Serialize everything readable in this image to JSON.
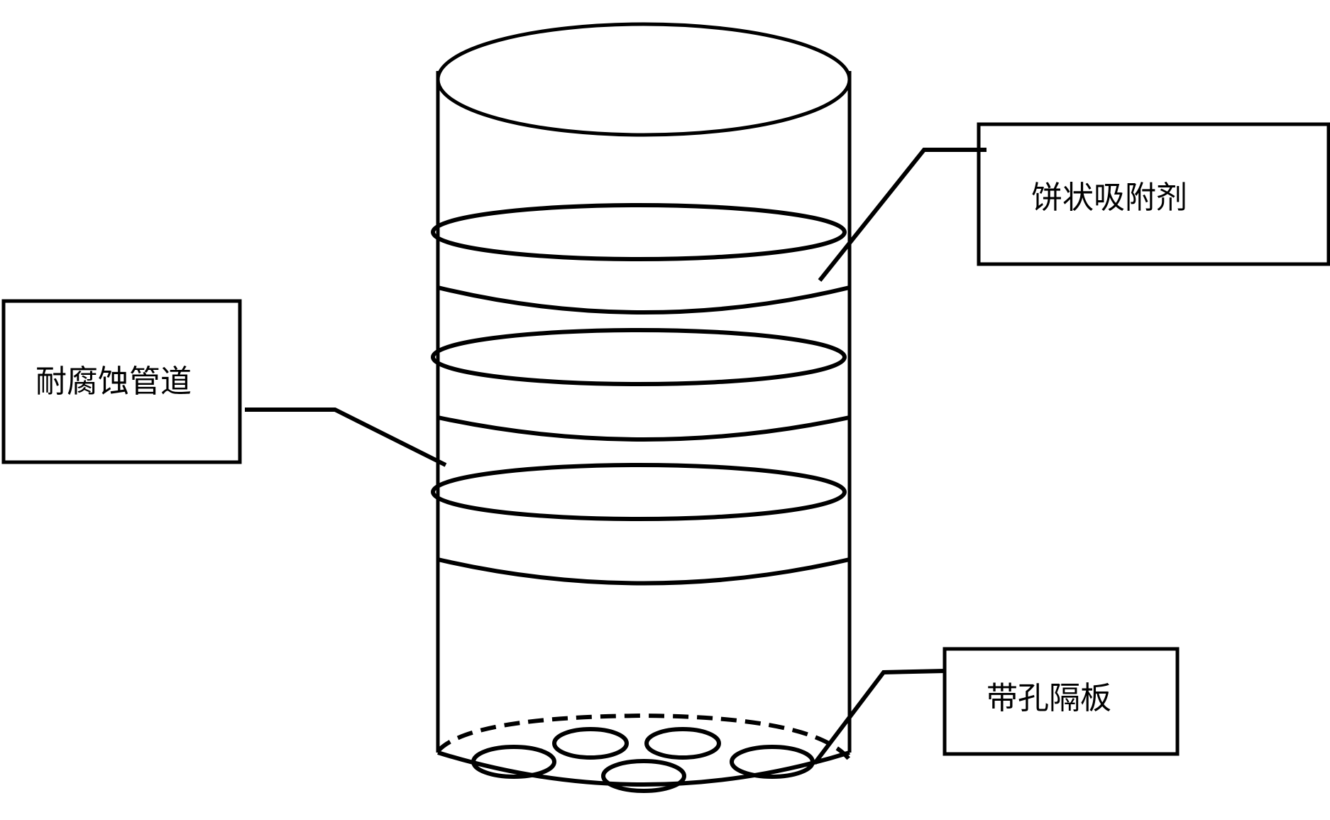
{
  "labels": {
    "adsorbent": "饼状吸附剂",
    "pipe": "耐腐蚀管道",
    "plate": "带孔隔板"
  },
  "colors": {
    "stroke": "#000000",
    "background": "#ffffff"
  }
}
